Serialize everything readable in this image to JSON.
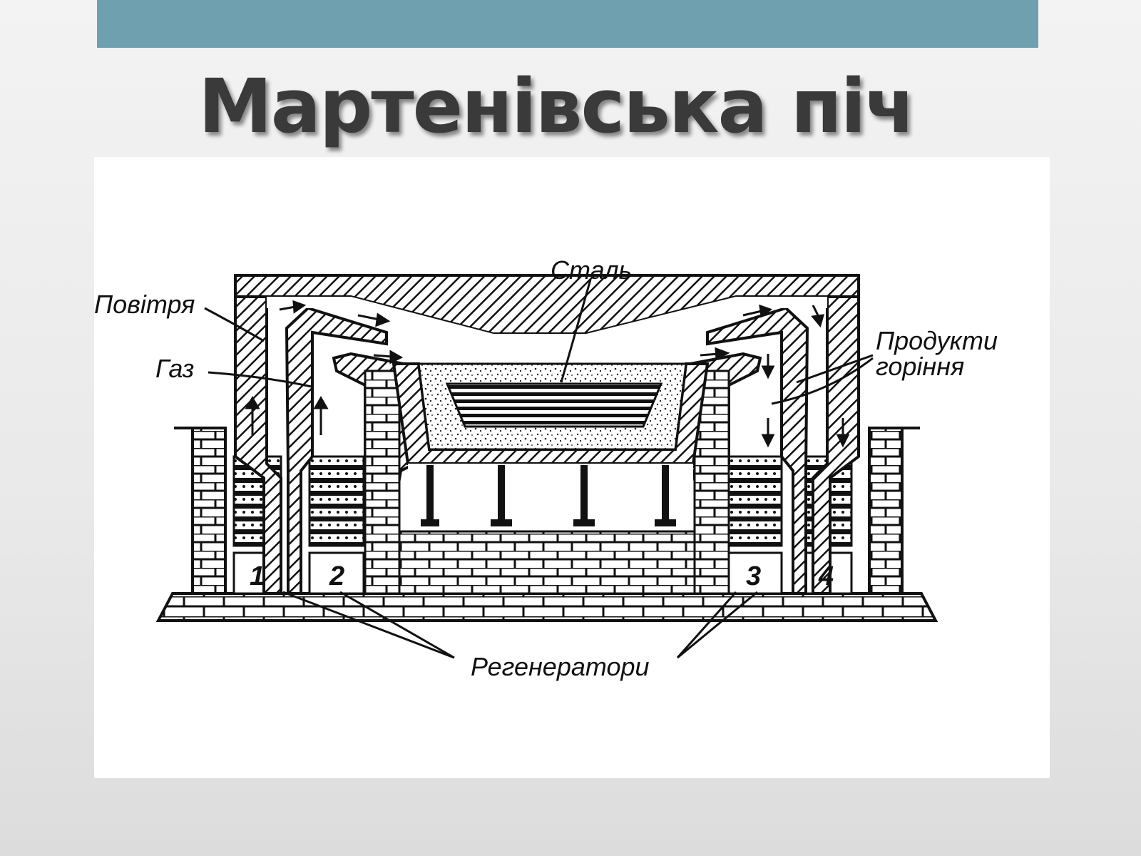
{
  "slide": {
    "title": "Мартенівська піч",
    "accent_color": "#6fa0b0"
  },
  "diagram": {
    "labels": {
      "air": "Повітря",
      "gas": "Газ",
      "steel": "Сталь",
      "products_line1": "Продукти",
      "products_line2": "горіння",
      "regenerators": "Регенератори"
    },
    "chamber_numbers": [
      "1",
      "2",
      "3",
      "4"
    ]
  }
}
